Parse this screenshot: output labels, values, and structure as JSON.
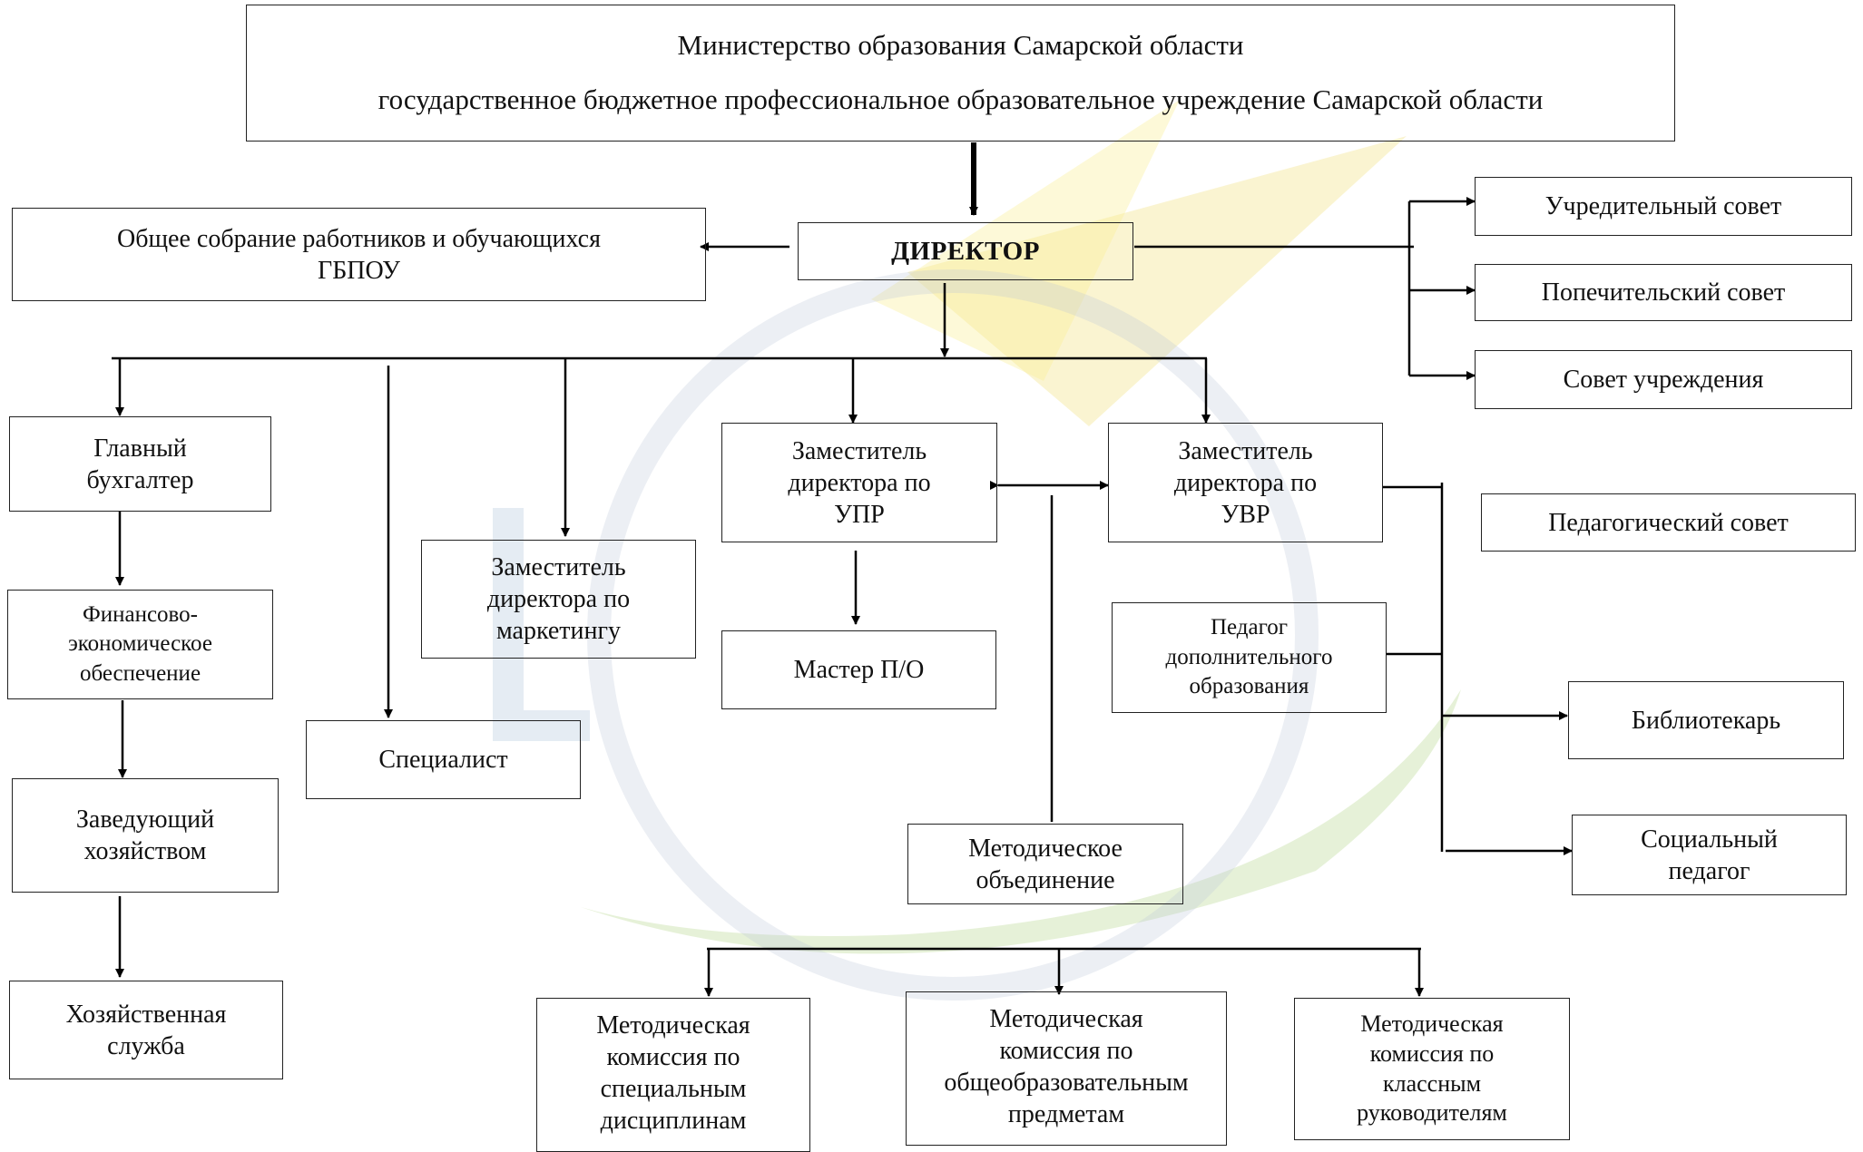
{
  "header": {
    "line1": "Министерство образования   Самарской области",
    "line2": "государственное бюджетное профессиональное образовательное учреждение  Самарской области"
  },
  "nodes": {
    "director": "ДИРЕКТОР",
    "general_meeting": "Общее собрание работников и обучающихся\nГБПОУ",
    "founding_council": "Учредительный совет",
    "trustee_council": "Попечительский совет",
    "institution_council": "Совет учреждения",
    "chief_accountant": "Главный\nбухгалтер",
    "finance": "Финансово-\nэкономическое\nобеспечение",
    "household_head": "Заведующий\nхозяйством",
    "household_service": "Хозяйственная\nслужба",
    "specialist": "Специалист",
    "deputy_marketing": "Заместитель\nдиректора по\nмаркетингу",
    "deputy_upr": "Заместитель\nдиректора по\nУПР",
    "deputy_uvr": "Заместитель\nдиректора по\nУВР",
    "master_po": "Мастер П/О",
    "pedagogical_council": "Педагогический совет",
    "additional_ed_teacher": "Педагог\nдополнительного\nобразования",
    "librarian": "Библиотекарь",
    "social_teacher": "Социальный\nпедагог",
    "methodical_association": "Методическое\nобъединение",
    "commission_special": "Методическая\nкомиссия по\nспециальным\nдисциплинам",
    "commission_general": "Методическая\nкомиссия по\nобщеобразовательным\nпредметам",
    "commission_class": "Методическая\nкомиссия по\nклассным\nруководителям"
  }
}
